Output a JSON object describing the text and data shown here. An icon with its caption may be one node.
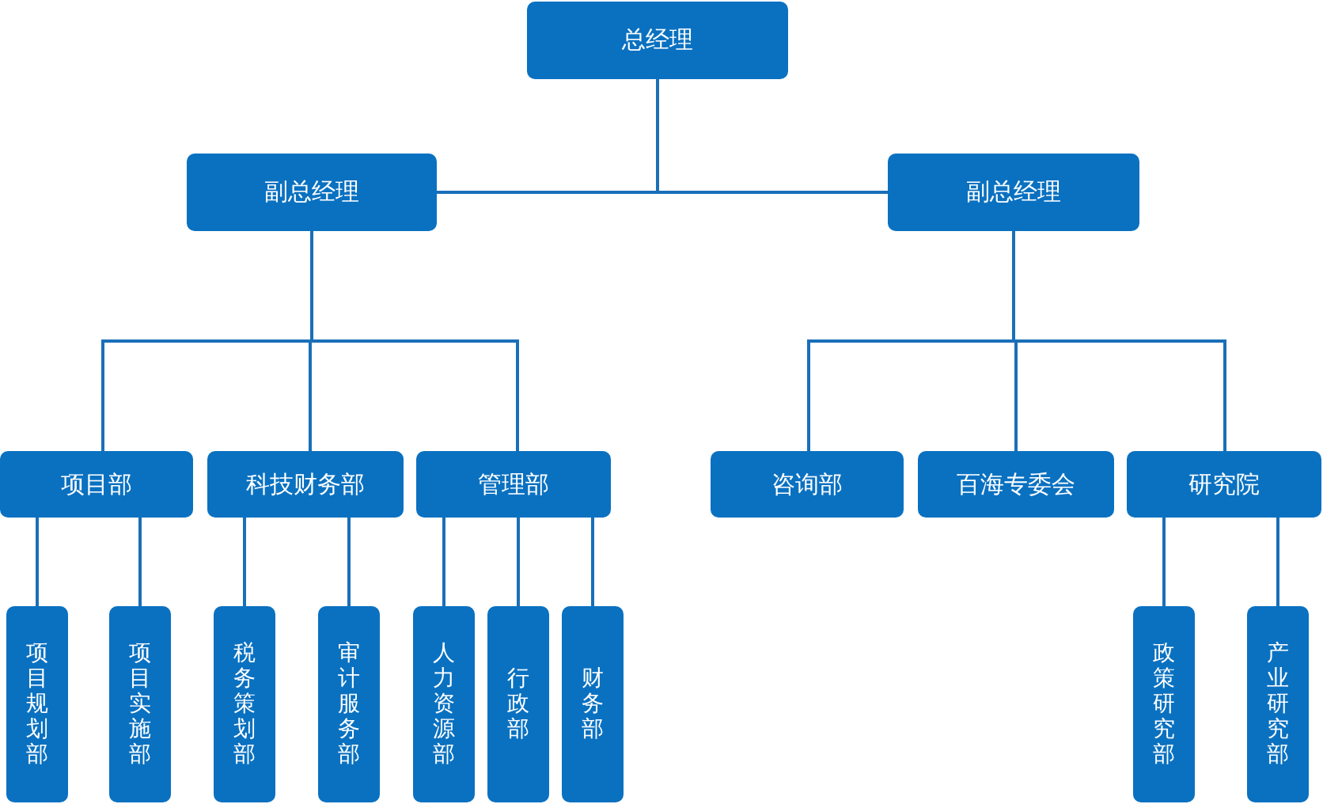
{
  "diagram": {
    "nodes": [
      {
        "text": [
          "总经理"
        ]
      },
      {
        "text": [
          "副总经理"
        ]
      },
      {
        "text": [
          "副总经理"
        ]
      },
      {
        "text": [
          "项目部"
        ]
      },
      {
        "text": [
          "科技财务部"
        ]
      },
      {
        "text": [
          "管理部"
        ]
      },
      {
        "text": [
          "咨询部"
        ]
      },
      {
        "text": [
          "百海专委会"
        ]
      },
      {
        "text": [
          "研究院"
        ]
      },
      {
        "text": [
          "项目规划部"
        ]
      },
      {
        "text": [
          "项目实施部"
        ]
      },
      {
        "text": [
          "税务策划部"
        ]
      },
      {
        "text": [
          "审计服务部"
        ]
      },
      {
        "text": [
          "人力资源部"
        ]
      },
      {
        "text": [
          "行政部"
        ]
      },
      {
        "text": [
          "财务部"
        ]
      },
      {
        "text": [
          "政策研究部"
        ]
      },
      {
        "text": [
          "产业研究部"
        ]
      }
    ],
    "edges": [
      {
        "from": 0,
        "to": 1,
        "arrow": "none"
      },
      {
        "from": 0,
        "to": 2,
        "arrow": "none"
      },
      {
        "from": 1,
        "to": 3,
        "arrow": "none"
      },
      {
        "from": 1,
        "to": 4,
        "arrow": "none"
      },
      {
        "from": 1,
        "to": 5,
        "arrow": "none"
      },
      {
        "from": 2,
        "to": 6,
        "arrow": "none"
      },
      {
        "from": 2,
        "to": 7,
        "arrow": "none"
      },
      {
        "from": 2,
        "to": 8,
        "arrow": "none"
      },
      {
        "from": 3,
        "to": 9,
        "arrow": "none"
      },
      {
        "from": 3,
        "to": 10,
        "arrow": "none"
      },
      {
        "from": 4,
        "to": 11,
        "arrow": "none"
      },
      {
        "from": 4,
        "to": 12,
        "arrow": "none"
      },
      {
        "from": 5,
        "to": 13,
        "arrow": "none"
      },
      {
        "from": 5,
        "to": 14,
        "arrow": "none"
      },
      {
        "from": 5,
        "to": 15,
        "arrow": "none"
      },
      {
        "from": 8,
        "to": 16,
        "arrow": "none"
      },
      {
        "from": 8,
        "to": 17,
        "arrow": "none"
      }
    ]
  }
}
